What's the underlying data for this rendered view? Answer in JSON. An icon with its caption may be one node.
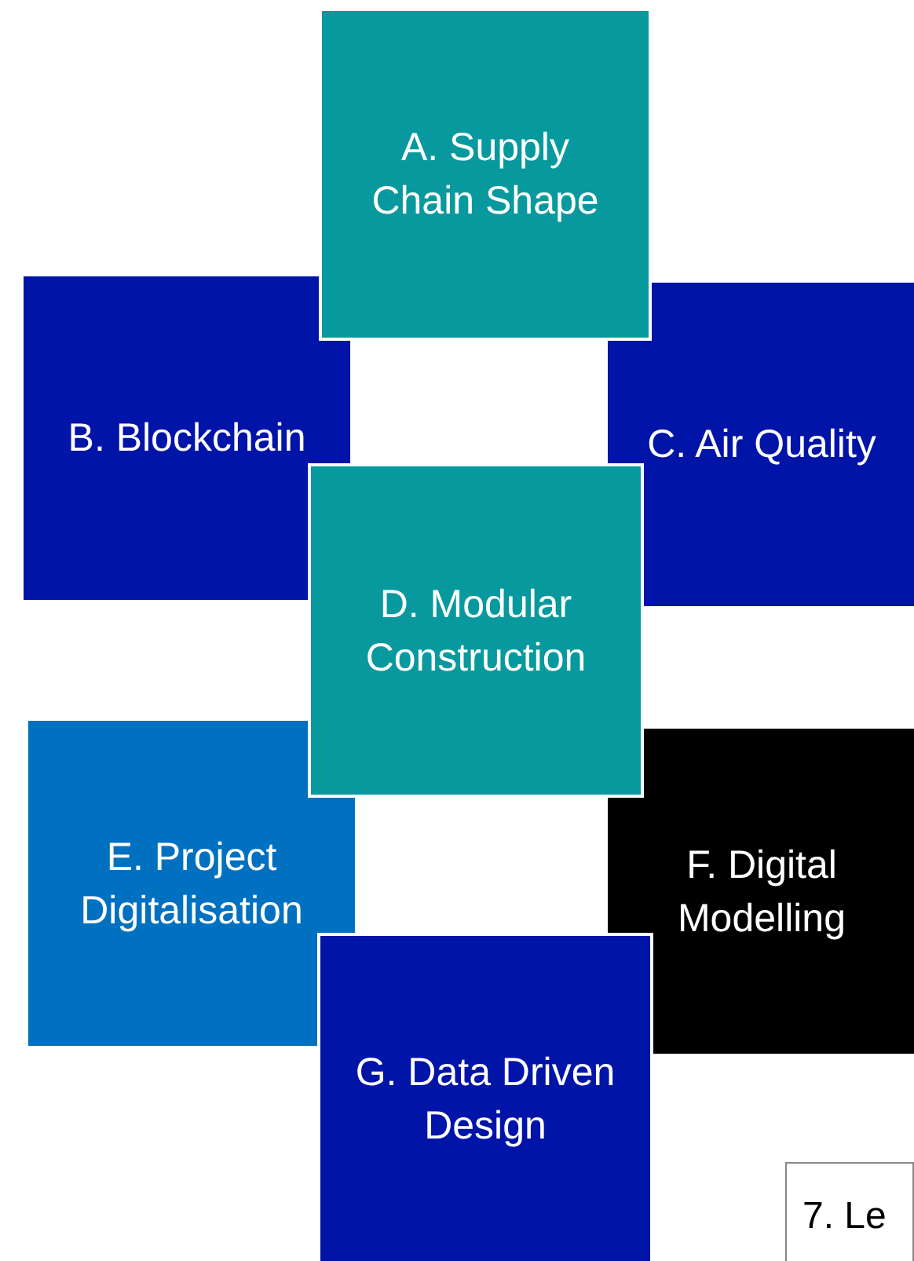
{
  "diagram": {
    "nodes": [
      {
        "text": [
          "A. Supply Chain Shape"
        ]
      },
      {
        "text": [
          "B. Blockchain"
        ]
      },
      {
        "text": [
          "C. Air Quality"
        ]
      },
      {
        "text": [
          "D. Modular Construction"
        ]
      },
      {
        "text": [
          "E. Project Digitalisation"
        ]
      },
      {
        "text": [
          "F. Digital Modelling"
        ]
      },
      {
        "text": [
          "G. Data Driven Design"
        ]
      },
      {
        "text": [
          "7. Le"
        ]
      }
    ]
  }
}
